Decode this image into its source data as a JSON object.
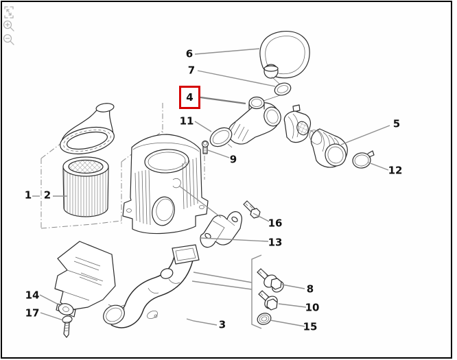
{
  "window": {
    "background": "#ffffff",
    "frame_border_color": "#000000"
  },
  "toolbar": {
    "icons": [
      {
        "name": "fit-to-view-icon"
      },
      {
        "name": "zoom-in-icon"
      },
      {
        "name": "zoom-out-icon"
      }
    ]
  },
  "diagram": {
    "type": "exploded-parts-diagram",
    "highlight": {
      "callout_number": "4",
      "color": "#d50000"
    },
    "callouts": [
      {
        "number": "1"
      },
      {
        "number": "2"
      },
      {
        "number": "3"
      },
      {
        "number": "4"
      },
      {
        "number": "5"
      },
      {
        "number": "6"
      },
      {
        "number": "7"
      },
      {
        "number": "8"
      },
      {
        "number": "9"
      },
      {
        "number": "10"
      },
      {
        "number": "11"
      },
      {
        "number": "12"
      },
      {
        "number": "13"
      },
      {
        "number": "14"
      },
      {
        "number": "15"
      },
      {
        "number": "16"
      },
      {
        "number": "17"
      }
    ]
  }
}
